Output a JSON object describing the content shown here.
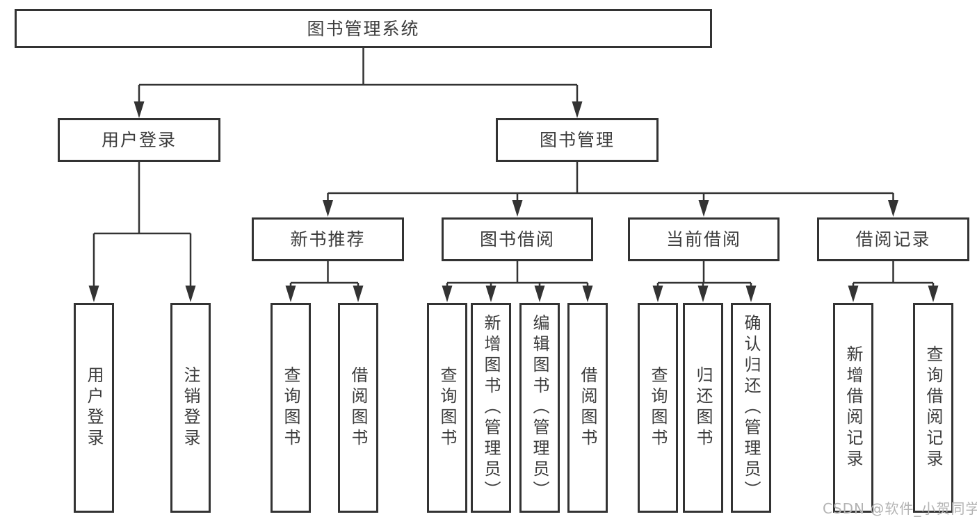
{
  "diagram": {
    "title": "图书管理系统",
    "root": {
      "label": "图书管理系统"
    },
    "level2": [
      {
        "id": "user-login",
        "label": "用户登录",
        "parent": "图书管理系统"
      },
      {
        "id": "book-management",
        "label": "图书管理",
        "parent": "图书管理系统"
      }
    ],
    "level3": [
      {
        "id": "new-book-recommend",
        "label": "新书推荐",
        "parent": "图书管理"
      },
      {
        "id": "book-borrow",
        "label": "图书借阅",
        "parent": "图书管理"
      },
      {
        "id": "current-borrow",
        "label": "当前借阅",
        "parent": "图书管理"
      },
      {
        "id": "borrow-records",
        "label": "借阅记录",
        "parent": "图书管理"
      }
    ],
    "leaves": [
      {
        "label": "用户登录",
        "parent": "用户登录"
      },
      {
        "label": "注销登录",
        "parent": "用户登录"
      },
      {
        "label": "查询图书",
        "parent": "新书推荐"
      },
      {
        "label": "借阅图书",
        "parent": "新书推荐"
      },
      {
        "label": "查询图书",
        "parent": "图书借阅"
      },
      {
        "label": "新增图书（管理员）",
        "parent": "图书借阅"
      },
      {
        "label": "编辑图书（管理员）",
        "parent": "图书借阅"
      },
      {
        "label": "借阅图书",
        "parent": "图书借阅"
      },
      {
        "label": "查询图书",
        "parent": "当前借阅"
      },
      {
        "label": "归还图书",
        "parent": "当前借阅"
      },
      {
        "label": "确认归还（管理员）",
        "parent": "当前借阅"
      },
      {
        "label": "新增借阅记录",
        "parent": "借阅记录"
      },
      {
        "label": "查询借阅记录",
        "parent": "借阅记录"
      }
    ],
    "watermark": "CSDN @软件_小贺同学",
    "colors": {
      "line": "#333333",
      "box_border": "#333333",
      "text": "#3c3c3c",
      "box_background": "#ffffff",
      "watermark": "#b3b3b3",
      "background": "#ffffff"
    }
  }
}
